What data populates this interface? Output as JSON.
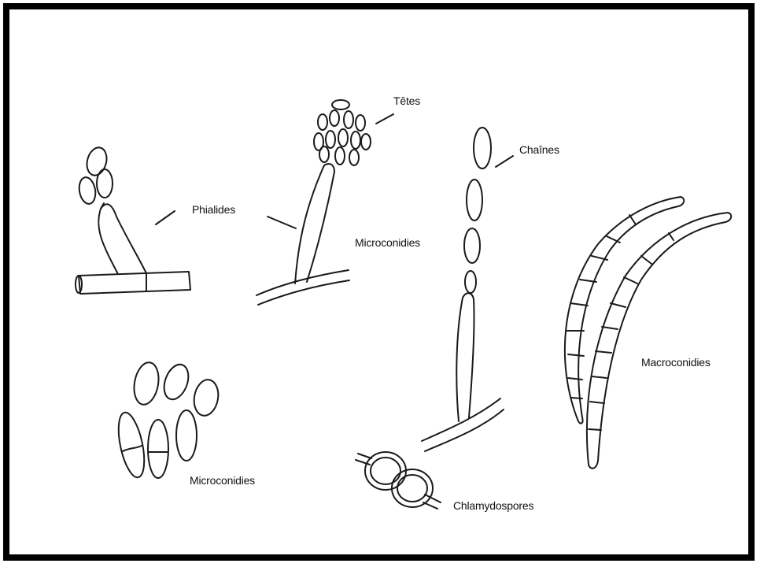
{
  "labels": {
    "tetes": "Têtes",
    "phialides": "Phialides",
    "microconidies_top": "Microconidies",
    "chaines": "Chaînes",
    "macroconidies": "Macroconidies",
    "microconidies_bottom": "Microconidies",
    "chlamydospores": "Chlamydospores"
  },
  "colors": {
    "stroke": "#1a1a1a",
    "frame": "#000000",
    "background": "#ffffff"
  }
}
